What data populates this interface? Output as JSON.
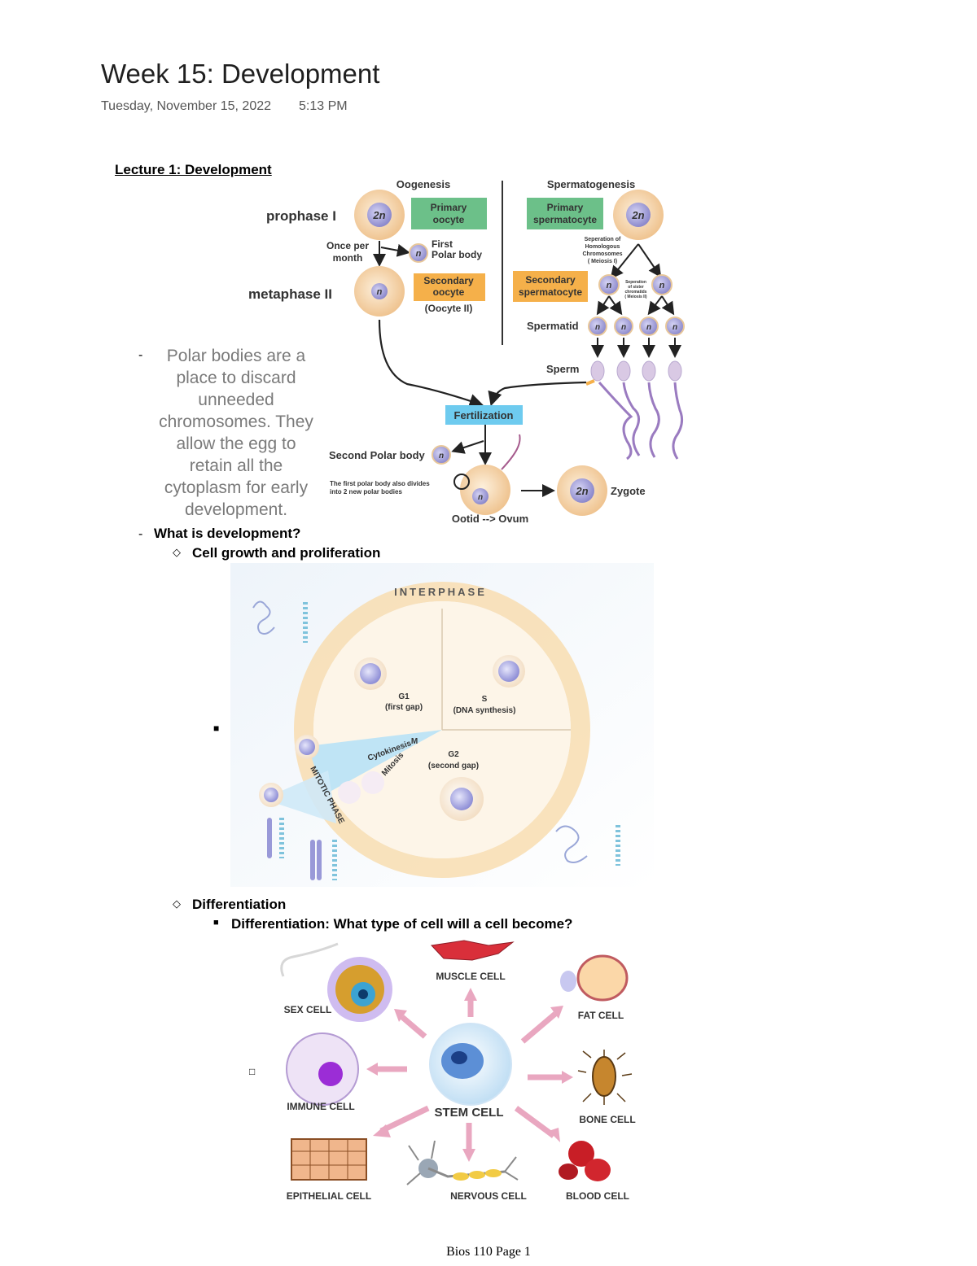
{
  "page": {
    "title": "Week 15: Development",
    "date": "Tuesday, November 15, 2022",
    "time": "5:13 PM",
    "footer": "Bios 110 Page 1"
  },
  "lecture": {
    "heading": "Lecture 1: Development",
    "polar_note": "Polar bodies are a place to discard unneeded chromosomes. They allow the egg to retain all the cytoplasm for early development.",
    "question": "What is development?",
    "item_growth": "Cell growth and proliferation",
    "item_diff": "Differentiation",
    "item_diff_sub": "Differentiation: What type of cell will a cell become?"
  },
  "gametogenesis": {
    "oogenesis": "Oogenesis",
    "spermatogenesis": "Spermatogenesis",
    "prophase": "prophase I",
    "metaphase": "metaphase II",
    "primary_oocyte": "Primary oocyte",
    "primary_spermatocyte": "Primary spermatocyte",
    "secondary_oocyte": "Secondary oocyte",
    "oocyte2": "(Oocyte II)",
    "secondary_spermatocyte": "Secondary spermatocyte",
    "once_per_month": "Once per month",
    "first_polar": "First Polar body",
    "sep_homologous": "Seperation of Homologous Chromosomes ( Meiosis I)",
    "sep_sister": "Seperation of sister chromatids ( Meiosis II)",
    "spermatid": "Spermatid",
    "sperm": "Sperm",
    "fertilization": "Fertilization",
    "second_polar": "Second Polar body",
    "first_polar_divides": "The first polar body also divides into 2 new polar bodies",
    "ootid": "Ootid --> Ovum",
    "zygote": "Zygote",
    "two_n": "2n",
    "n": "n"
  },
  "cell_cycle": {
    "interphase": "INTERPHASE",
    "g1": "G1",
    "g1_sub": "(first gap)",
    "s": "S",
    "s_sub": "(DNA synthesis)",
    "g2": "G2",
    "g2_sub": "(second gap)",
    "m": "M",
    "cytokinesis": "Cytokinesis",
    "mitosis": "Mitosis",
    "mitotic_phase": "MITOTIC PHASE"
  },
  "stem_cells": {
    "center": "STEM CELL",
    "muscle": "MUSCLE CELL",
    "sex": "SEX CELL",
    "fat": "FAT CELL",
    "immune": "IMMUNE CELL",
    "bone": "BONE CELL",
    "epithelial": "EPITHELIAL CELL",
    "nervous": "NERVOUS CELL",
    "blood": "BLOOD CELL"
  },
  "colors": {
    "green_box": "#6cc089",
    "orange_box": "#f5b04a",
    "blue_box": "#6ecbef",
    "cell_fill": "#f7d9b0",
    "nucleus": "#9a97d6",
    "arrow_pink": "#e9a7c0",
    "cycle_ring": "#fbe3b8",
    "mitotic_blue": "#bfe4f5"
  }
}
